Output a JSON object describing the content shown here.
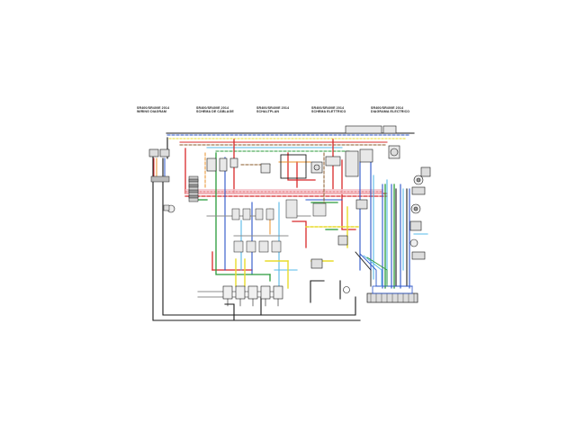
{
  "titles": [
    {
      "model": "SR400/SR400E 2014",
      "subtitle": "WIRING DIAGRAM"
    },
    {
      "model": "SR400/SR400E 2014",
      "subtitle": "SCHEMA DE CÂBLAGE"
    },
    {
      "model": "SR400/SR400E 2014",
      "subtitle": "SCHALTPLAN"
    },
    {
      "model": "SR400/SR400E 2014",
      "subtitle": "SCHEMA ELETTRICO"
    },
    {
      "model": "SR400/SR400E 2014",
      "subtitle": "DIAGRAMA ELECTRICO"
    }
  ],
  "wire_colors": {
    "red": "#d8282a",
    "blue": "#2a54c8",
    "light_blue": "#56b8e8",
    "green": "#2a9a3a",
    "yellow": "#e8dc2a",
    "black": "#1a1a1a",
    "brown": "#8a5a2a",
    "orange": "#e8902a",
    "pink": "#e8a0b0",
    "gray": "#8c8c8c",
    "white": "#ffffff"
  }
}
